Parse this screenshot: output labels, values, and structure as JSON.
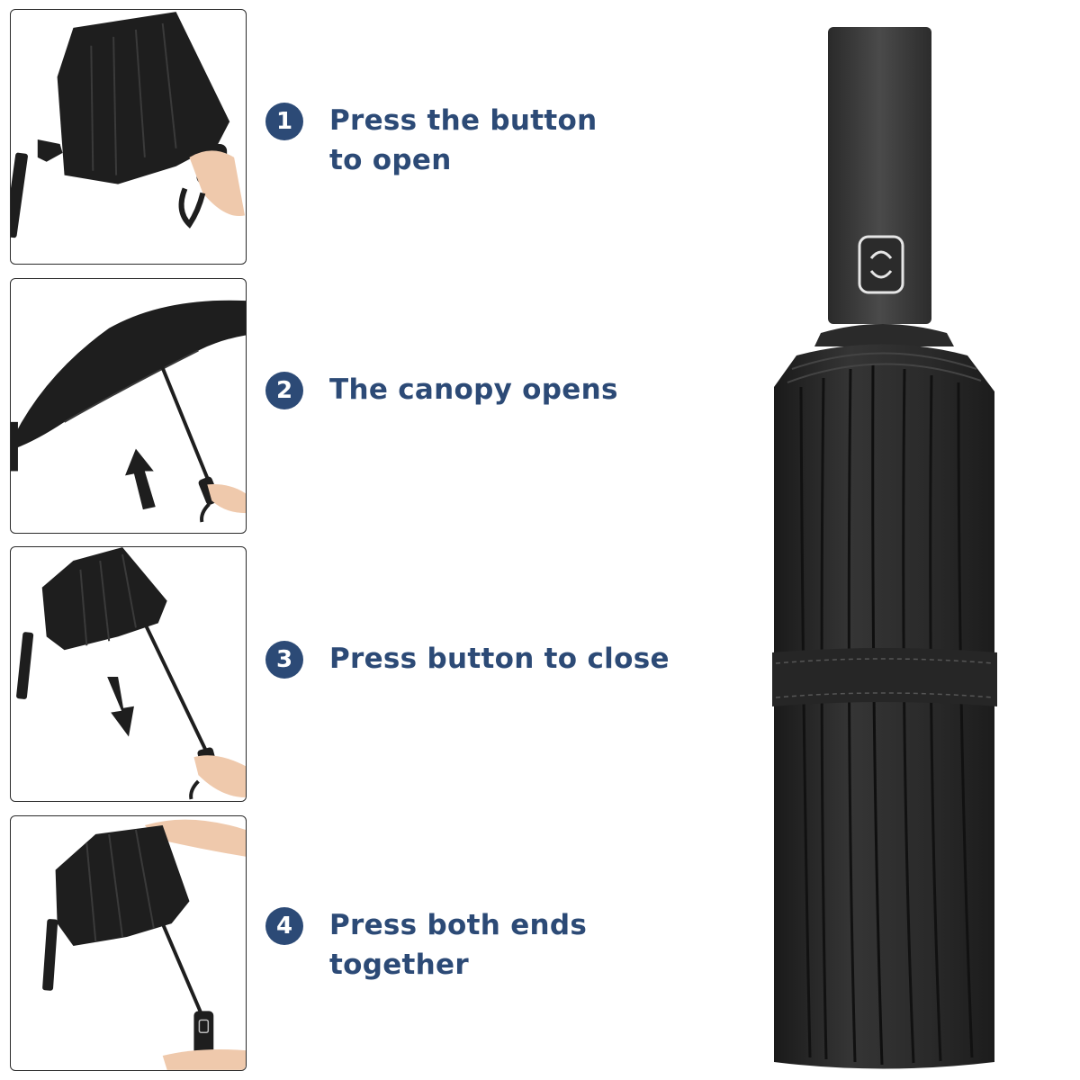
{
  "steps": [
    {
      "number": "1",
      "text": "Press the button\nto open"
    },
    {
      "number": "2",
      "text": "The canopy opens"
    },
    {
      "number": "3",
      "text": "Press button to close"
    },
    {
      "number": "4",
      "text": "Press both ends\ntogether"
    }
  ],
  "colors": {
    "accent": "#2c4a76",
    "umbrella": "#1e1e1e",
    "panel_border": "#2b2b2b"
  },
  "icons": {
    "step1": "folded-umbrella-hand-icon",
    "step2": "open-umbrella-arrow-up-icon",
    "step3": "closing-umbrella-arrow-down-icon",
    "step4": "compress-umbrella-hands-icon",
    "product": "folded-umbrella-product-icon"
  }
}
